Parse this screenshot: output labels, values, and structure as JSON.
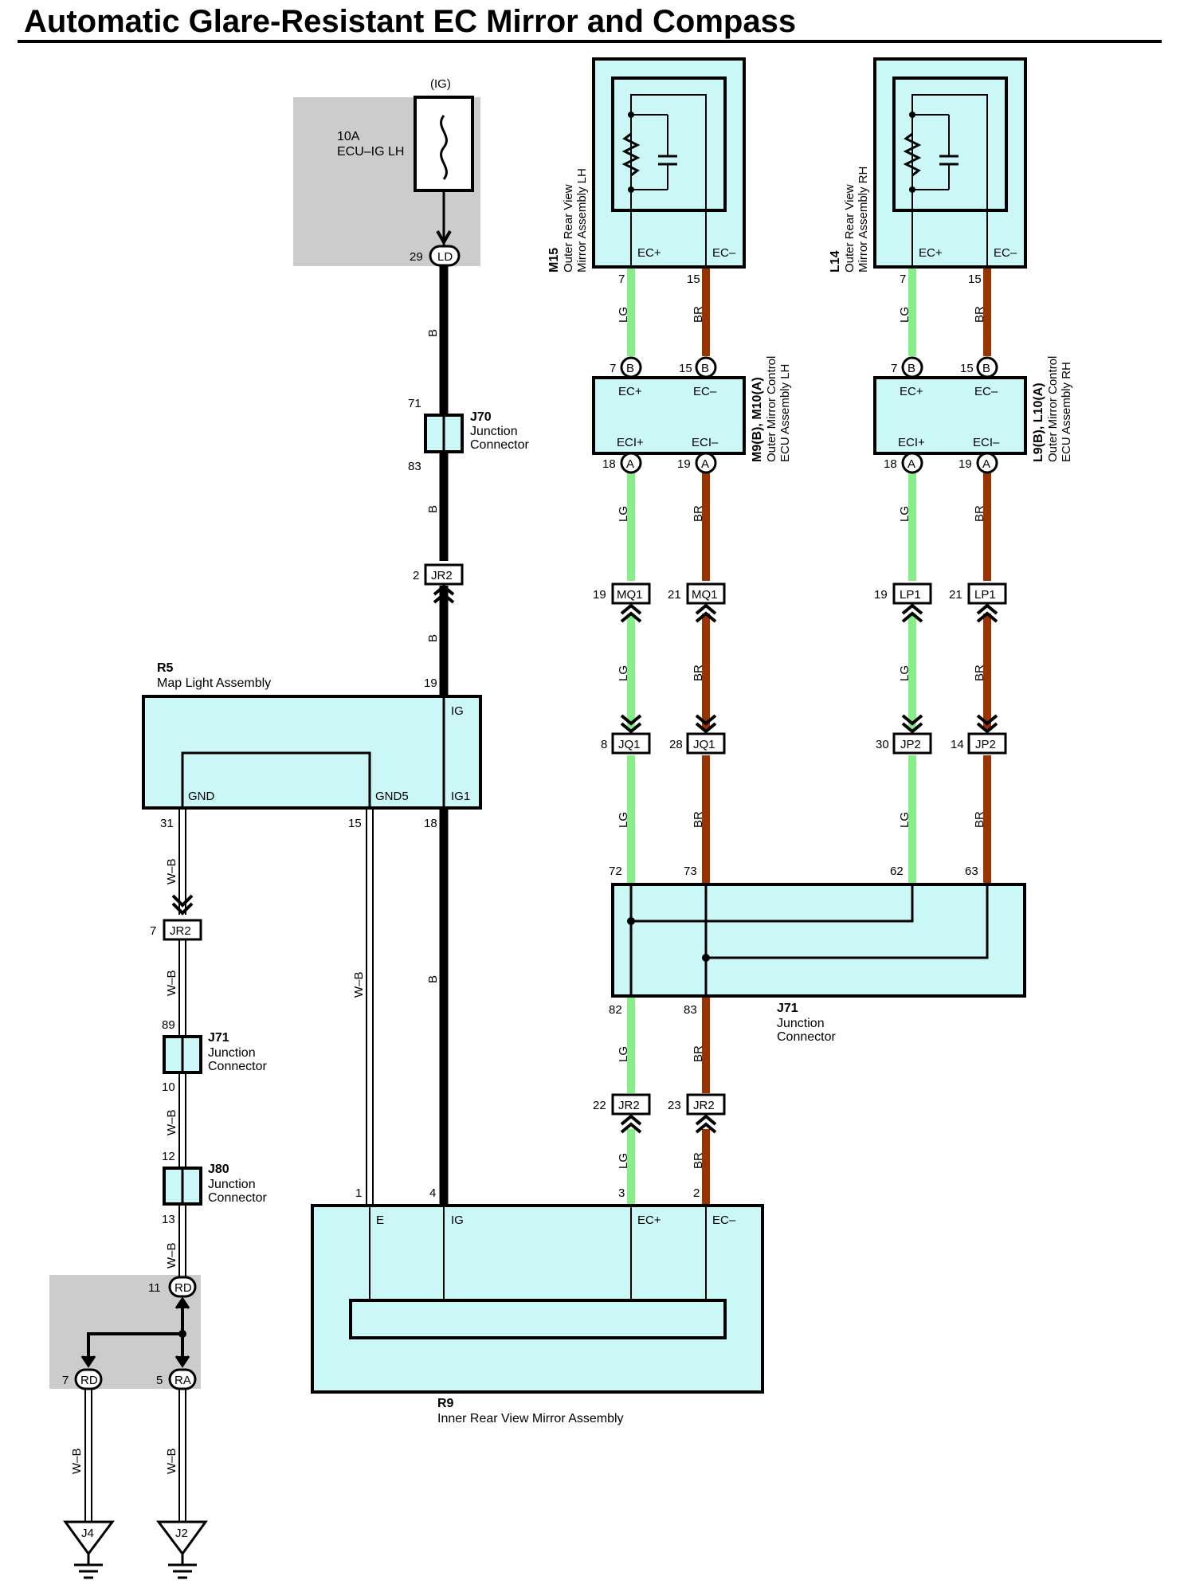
{
  "title": "Automatic Glare-Resistant EC Mirror and Compass",
  "colors": {
    "LG": "#88ee88",
    "BR": "#993300",
    "B": "#000000",
    "W-B": "#ffffff",
    "component_fill": "#ccf7f7",
    "shade": "#cccccc"
  },
  "fuse": {
    "source": "(IG)",
    "rating": "10A",
    "name": "ECU–IG LH",
    "pin": "29",
    "connector": "LD"
  },
  "wires": {
    "lg": "LG",
    "br": "BR",
    "b": "B",
    "wb": "W–B"
  },
  "components": {
    "mirror_lh": {
      "id": "M15",
      "name_line1": "Outer Rear View",
      "name_line2": "Mirror Assembly LH",
      "term_pos": "EC+",
      "term_neg": "EC–",
      "pin_pos": "7",
      "pin_neg": "15"
    },
    "mirror_rh": {
      "id": "L14",
      "name_line1": "Outer Rear View",
      "name_line2": "Mirror Assembly RH",
      "term_pos": "EC+",
      "term_neg": "EC–",
      "pin_pos": "7",
      "pin_neg": "15"
    },
    "ecu_lh": {
      "id": "M9(B), M10(A)",
      "name_line1": "Outer Mirror Control",
      "name_line2": "ECU Assembly LH",
      "t1": "EC+",
      "t2": "EC–",
      "t3": "ECI+",
      "t4": "ECI–",
      "p1": "7",
      "p2": "15",
      "p3": "18",
      "p4": "19",
      "c1": "B",
      "c2": "B",
      "c3": "A",
      "c4": "A"
    },
    "ecu_rh": {
      "id": "L9(B), L10(A)",
      "name_line1": "Outer Mirror Control",
      "name_line2": "ECU Assembly RH",
      "t1": "EC+",
      "t2": "EC–",
      "t3": "ECI+",
      "t4": "ECI–",
      "p1": "7",
      "p2": "15",
      "p3": "18",
      "p4": "19",
      "c1": "B",
      "c2": "B",
      "c3": "A",
      "c4": "A"
    },
    "j70": {
      "id": "J70",
      "line1": "Junction",
      "line2": "Connector",
      "pin_top": "71",
      "pin_bottom": "83"
    },
    "map_light": {
      "id": "R5",
      "name": "Map Light Assembly",
      "t_ig": "IG",
      "t_gnd": "GND",
      "t_gnd5": "GND5",
      "t_ig1": "IG1",
      "p_ig": "19",
      "p_gnd": "31",
      "p_gnd5": "15",
      "p_ig1": "18"
    },
    "j71_mid": {
      "id": "J71",
      "line1": "Junction",
      "line2": "Connector",
      "pin_72": "72",
      "pin_73": "73",
      "pin_62": "62",
      "pin_63": "63",
      "pin_82": "82",
      "pin_83": "83"
    },
    "j71_left": {
      "id": "J71",
      "line1": "Junction",
      "line2": "Connector",
      "pin_top": "89",
      "pin_bottom": "10"
    },
    "j80": {
      "id": "J80",
      "line1": "Junction",
      "line2": "Connector",
      "pin_top": "12",
      "pin_bottom": "13"
    },
    "inner_mirror": {
      "id": "R9",
      "name": "Inner Rear View Mirror Assembly",
      "t_e": "E",
      "t_ig": "IG",
      "t_pos": "EC+",
      "t_neg": "EC–",
      "p_e": "1",
      "p_ig": "4",
      "p_pos": "3",
      "p_neg": "2"
    }
  },
  "connectors": {
    "jr2_top": {
      "tag": "JR2",
      "pin": "2"
    },
    "jr2_left": {
      "tag": "JR2",
      "pin": "7"
    },
    "mq1_a": {
      "tag": "MQ1",
      "pin": "19"
    },
    "mq1_b": {
      "tag": "MQ1",
      "pin": "21"
    },
    "lp1_a": {
      "tag": "LP1",
      "pin": "19"
    },
    "lp1_b": {
      "tag": "LP1",
      "pin": "21"
    },
    "jq1_a": {
      "tag": "JQ1",
      "pin": "8"
    },
    "jq1_b": {
      "tag": "JQ1",
      "pin": "28"
    },
    "jp2_a": {
      "tag": "JP2",
      "pin": "30"
    },
    "jp2_b": {
      "tag": "JP2",
      "pin": "14"
    },
    "jr2_c": {
      "tag": "JR2",
      "pin": "22"
    },
    "jr2_d": {
      "tag": "JR2",
      "pin": "23"
    }
  },
  "grounds": {
    "rd_top": {
      "pin": "11",
      "tag": "RD"
    },
    "rd_left": {
      "pin": "7",
      "tag": "RD"
    },
    "ra": {
      "pin": "5",
      "tag": "RA"
    },
    "j4": "J4",
    "j2": "J2"
  }
}
